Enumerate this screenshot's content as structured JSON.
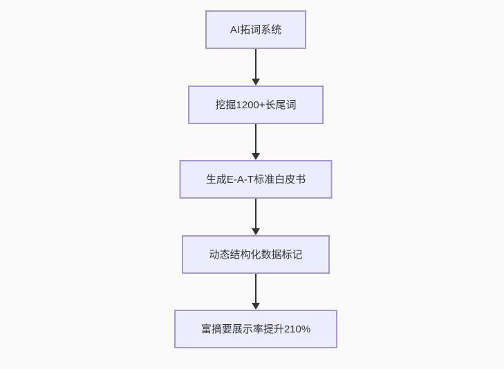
{
  "flowchart": {
    "type": "flowchart",
    "direction": "top-down",
    "colors": {
      "canvas_bg": "#fafafa",
      "node_fill": "#ececff",
      "node_border": "#a696d8",
      "arrow_color": "#333333",
      "text_color": "#333333"
    },
    "nodes": [
      {
        "id": "node-1",
        "label": "AI拓词系统"
      },
      {
        "id": "node-2",
        "label": "挖掘1200+长尾词"
      },
      {
        "id": "node-3",
        "label": "生成E-A-T标准白皮书"
      },
      {
        "id": "node-4",
        "label": "动态结构化数据标记"
      },
      {
        "id": "node-5",
        "label": "富摘要展示率提升210%"
      }
    ],
    "edges": [
      {
        "from": "node-1",
        "to": "node-2"
      },
      {
        "from": "node-2",
        "to": "node-3"
      },
      {
        "from": "node-3",
        "to": "node-4"
      },
      {
        "from": "node-4",
        "to": "node-5"
      }
    ]
  }
}
